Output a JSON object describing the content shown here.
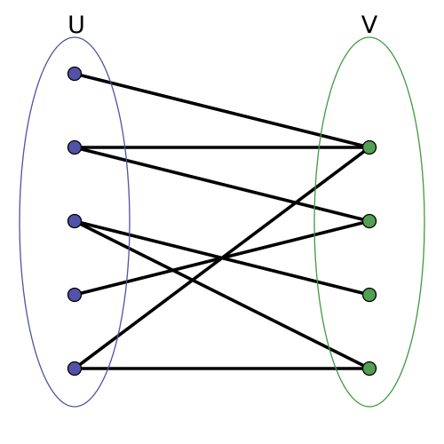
{
  "sets": [
    {
      "id": "U",
      "label": "U",
      "color": "#5151a3",
      "node_fill": "#5252a8",
      "vertices": [
        "u1",
        "u2",
        "u3",
        "u4",
        "u5"
      ]
    },
    {
      "id": "V",
      "label": "V",
      "color": "#3f9a3f",
      "node_fill": "#52a052",
      "vertices": [
        "v1",
        "v2",
        "v3",
        "v4"
      ]
    }
  ],
  "edges": [
    [
      "u1",
      "v1"
    ],
    [
      "u2",
      "v1"
    ],
    [
      "u2",
      "v2"
    ],
    [
      "u3",
      "v3"
    ],
    [
      "u3",
      "v4"
    ],
    [
      "u4",
      "v2"
    ],
    [
      "u5",
      "v1"
    ],
    [
      "u5",
      "v4"
    ]
  ],
  "edge_color": "#000000"
}
